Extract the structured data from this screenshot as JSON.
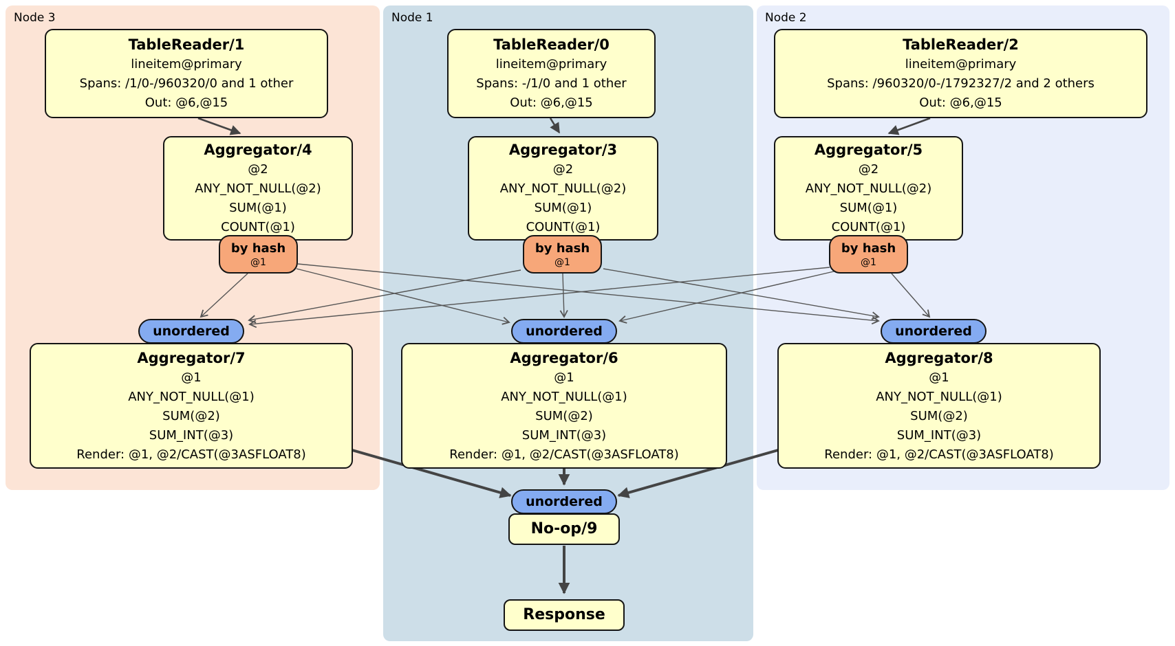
{
  "diagram": {
    "regions": [
      {
        "id": "node3",
        "label": "Node 3"
      },
      {
        "id": "node1",
        "label": "Node 1"
      },
      {
        "id": "node2",
        "label": "Node 2"
      }
    ],
    "processors": [
      {
        "id": "tablereader1",
        "title": "TableReader/1",
        "lines": [
          "lineitem@primary",
          "Spans: /1/0-/960320/0 and 1 other",
          "Out: @6,@15"
        ]
      },
      {
        "id": "tablereader0",
        "title": "TableReader/0",
        "lines": [
          "lineitem@primary",
          "Spans: -/1/0 and 1 other",
          "Out: @6,@15"
        ]
      },
      {
        "id": "tablereader2",
        "title": "TableReader/2",
        "lines": [
          "lineitem@primary",
          "Spans: /960320/0-/1792327/2 and 2 others",
          "Out: @6,@15"
        ]
      },
      {
        "id": "aggregator4",
        "title": "Aggregator/4",
        "lines": [
          "@2",
          "ANY_NOT_NULL(@2)",
          "SUM(@1)",
          "COUNT(@1)"
        ]
      },
      {
        "id": "aggregator3",
        "title": "Aggregator/3",
        "lines": [
          "@2",
          "ANY_NOT_NULL(@2)",
          "SUM(@1)",
          "COUNT(@1)"
        ]
      },
      {
        "id": "aggregator5",
        "title": "Aggregator/5",
        "lines": [
          "@2",
          "ANY_NOT_NULL(@2)",
          "SUM(@1)",
          "COUNT(@1)"
        ]
      },
      {
        "id": "aggregator7",
        "title": "Aggregator/7",
        "lines": [
          "@1",
          "ANY_NOT_NULL(@1)",
          "SUM(@2)",
          "SUM_INT(@3)",
          "Render: @1, @2/CAST(@3ASFLOAT8)"
        ]
      },
      {
        "id": "aggregator6",
        "title": "Aggregator/6",
        "lines": [
          "@1",
          "ANY_NOT_NULL(@1)",
          "SUM(@2)",
          "SUM_INT(@3)",
          "Render: @1, @2/CAST(@3ASFLOAT8)"
        ]
      },
      {
        "id": "aggregator8",
        "title": "Aggregator/8",
        "lines": [
          "@1",
          "ANY_NOT_NULL(@1)",
          "SUM(@2)",
          "SUM_INT(@3)",
          "Render: @1, @2/CAST(@3ASFLOAT8)"
        ]
      },
      {
        "id": "noop9",
        "title": "No-op/9",
        "lines": []
      },
      {
        "id": "response",
        "title": "Response",
        "lines": []
      }
    ],
    "routers": [
      {
        "id": "router-agg4",
        "label": "by hash",
        "detail": "@1"
      },
      {
        "id": "router-agg3",
        "label": "by hash",
        "detail": "@1"
      },
      {
        "id": "router-agg5",
        "label": "by hash",
        "detail": "@1"
      }
    ],
    "syncs": [
      {
        "id": "sync-agg7",
        "label": "unordered"
      },
      {
        "id": "sync-agg6",
        "label": "unordered"
      },
      {
        "id": "sync-agg8",
        "label": "unordered"
      },
      {
        "id": "sync-noop9",
        "label": "unordered"
      }
    ],
    "colors": {
      "region_node3": "#fce4d6",
      "region_node1": "#cddee8",
      "region_node2": "#e9eefb",
      "processor_fill": "#ffffcc",
      "router_fill": "#f7a779",
      "sync_fill": "#84abf1",
      "edge_thin": "#555555",
      "edge_thick": "#444444"
    }
  }
}
